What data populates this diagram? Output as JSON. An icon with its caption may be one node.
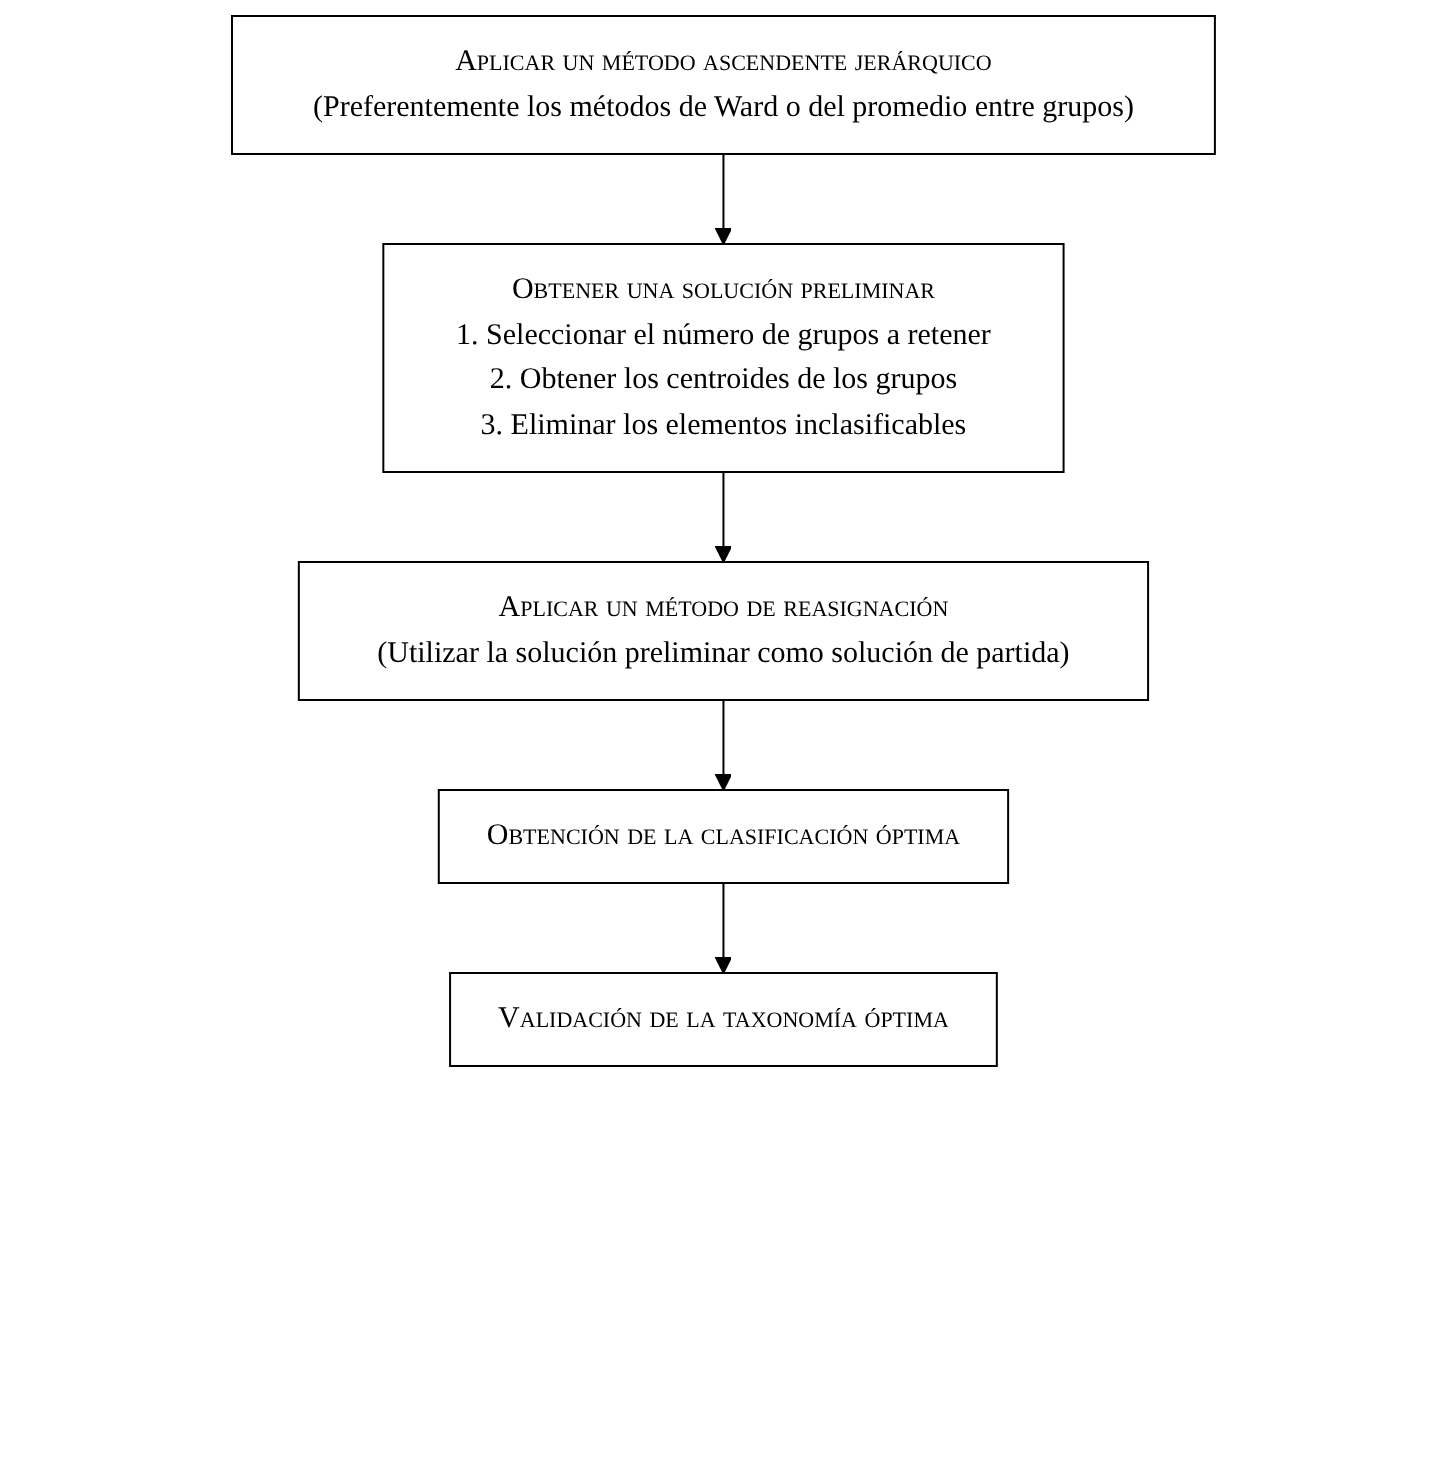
{
  "diagram": {
    "nodes": [
      {
        "text": [
          "Aplicar un método ascendente jerárquico",
          "(Preferentemente los métodos de Ward o del promedio entre grupos)"
        ]
      },
      {
        "text": [
          "Obtener una solución preliminar",
          "1. Seleccionar el número de grupos a retener",
          "2. Obtener los centroides de los grupos",
          "3. Eliminar los elementos inclasificables"
        ]
      },
      {
        "text": [
          "Aplicar un método de reasignación",
          "(Utilizar la solución preliminar como solución de partida)"
        ]
      },
      {
        "text": [
          "Obtención de la clasificación óptima"
        ]
      },
      {
        "text": [
          "Validación de la taxonomía óptima"
        ]
      }
    ],
    "edges": [
      {
        "from": 0,
        "to": 1,
        "arrow": "to"
      },
      {
        "from": 1,
        "to": 2,
        "arrow": "to"
      },
      {
        "from": 2,
        "to": 3,
        "arrow": "to"
      },
      {
        "from": 3,
        "to": 4,
        "arrow": "to"
      }
    ]
  }
}
